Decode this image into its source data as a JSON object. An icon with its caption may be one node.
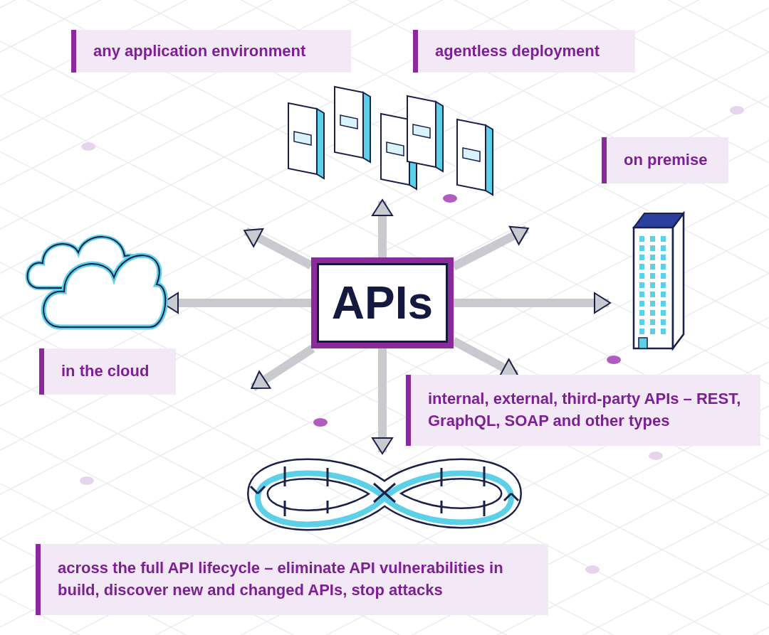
{
  "diagram": {
    "nodes": [
      {
        "text": [
          "any application environment"
        ]
      },
      {
        "text": [
          "agentless deployment"
        ]
      },
      {
        "text": [
          "on premise"
        ]
      },
      {
        "text": [
          "in the cloud"
        ]
      },
      {
        "text": [
          "internal, external, third-party APIs – REST, GraphQL, SOAP and other types"
        ]
      },
      {
        "text": [
          "across the full API lifecycle – eliminate API vulnerabilities in build, discover new and changed APIs, stop attacks"
        ]
      },
      {
        "text": [
          "APIs"
        ]
      },
      {
        "text": [],
        "shape": "picture"
      },
      {
        "text": [],
        "shape": "picture"
      },
      {
        "text": [],
        "shape": "picture"
      },
      {
        "text": [],
        "shape": "picture"
      }
    ],
    "edges": [
      {
        "from": 6,
        "to": 7,
        "arrow": "to"
      },
      {
        "from": 6,
        "to": null,
        "arrow": "to"
      },
      {
        "from": 6,
        "to": null,
        "arrow": "to"
      },
      {
        "from": 6,
        "to": 8,
        "arrow": "to"
      },
      {
        "from": 6,
        "to": 9,
        "arrow": "to"
      },
      {
        "from": 6,
        "to": null,
        "arrow": "to"
      },
      {
        "from": 6,
        "to": 4,
        "arrow": "to"
      },
      {
        "from": 6,
        "to": 10,
        "arrow": "to"
      }
    ]
  }
}
